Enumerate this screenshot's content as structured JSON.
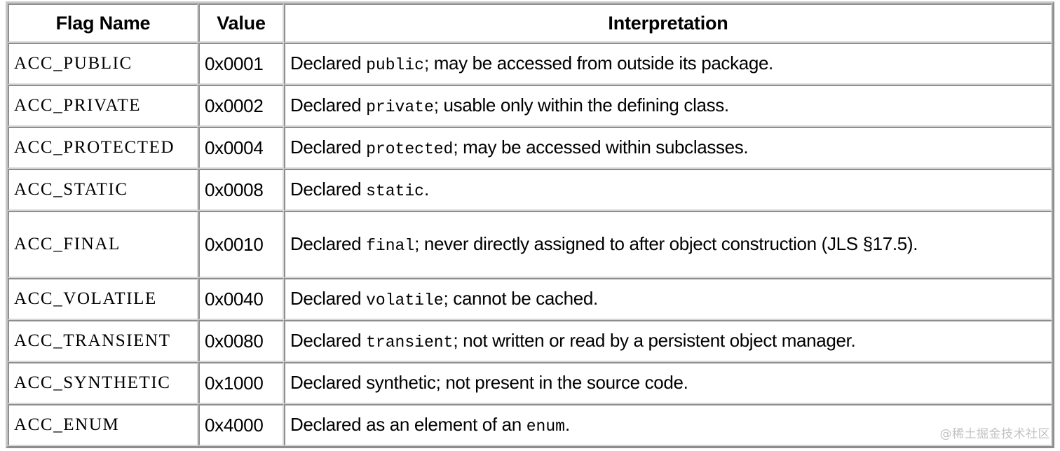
{
  "table": {
    "columns": [
      {
        "key": "flag_name",
        "label": "Flag Name",
        "align": "center"
      },
      {
        "key": "value",
        "label": "Value",
        "align": "center"
      },
      {
        "key": "interpretation",
        "label": "Interpretation",
        "align": "center"
      }
    ],
    "rows": [
      {
        "flag_name": "ACC_PUBLIC",
        "value": "0x0001",
        "interpretation_prefix": "Declared ",
        "interpretation_keyword": "public",
        "interpretation_suffix": "; may be accessed from outside its package.",
        "interpretation_plain": "Declared public; may be accessed from outside its package."
      },
      {
        "flag_name": "ACC_PRIVATE",
        "value": "0x0002",
        "interpretation_prefix": "Declared ",
        "interpretation_keyword": "private",
        "interpretation_suffix": "; usable only within the defining class.",
        "interpretation_plain": "Declared private; usable only within the defining class."
      },
      {
        "flag_name": "ACC_PROTECTED",
        "value": "0x0004",
        "interpretation_prefix": "Declared ",
        "interpretation_keyword": "protected",
        "interpretation_suffix": "; may be accessed within subclasses.",
        "interpretation_plain": "Declared protected; may be accessed within subclasses."
      },
      {
        "flag_name": "ACC_STATIC",
        "value": "0x0008",
        "interpretation_prefix": "Declared ",
        "interpretation_keyword": "static",
        "interpretation_suffix": ".",
        "interpretation_plain": "Declared static."
      },
      {
        "flag_name": "ACC_FINAL",
        "value": "0x0010",
        "interpretation_prefix": "Declared ",
        "interpretation_keyword": "final",
        "interpretation_suffix": "; never directly assigned to after object construction (JLS §17.5).",
        "interpretation_plain": "Declared final; never directly assigned to after object construction (JLS §17.5)."
      },
      {
        "flag_name": "ACC_VOLATILE",
        "value": "0x0040",
        "interpretation_prefix": "Declared ",
        "interpretation_keyword": "volatile",
        "interpretation_suffix": "; cannot be cached.",
        "interpretation_plain": "Declared volatile; cannot be cached."
      },
      {
        "flag_name": "ACC_TRANSIENT",
        "value": "0x0080",
        "interpretation_prefix": "Declared ",
        "interpretation_keyword": "transient",
        "interpretation_suffix": "; not written or read by a persistent object manager.",
        "interpretation_plain": "Declared transient; not written or read by a persistent object manager."
      },
      {
        "flag_name": "ACC_SYNTHETIC",
        "value": "0x1000",
        "interpretation_prefix": "Declared synthetic; not present in the source code.",
        "interpretation_keyword": "",
        "interpretation_suffix": "",
        "interpretation_plain": "Declared synthetic; not present in the source code."
      },
      {
        "flag_name": "ACC_ENUM",
        "value": "0x4000",
        "interpretation_prefix": "Declared as an element of an ",
        "interpretation_keyword": "enum",
        "interpretation_suffix": ".",
        "interpretation_plain": "Declared as an element of an enum."
      }
    ]
  },
  "watermark": {
    "text": "@稀土掘金技术社区"
  },
  "colors": {
    "text": "#000000",
    "border_dark": "#8e8e8e",
    "border_light": "#d8d8d8",
    "background": "#ffffff",
    "watermark": "#c2c2c2"
  }
}
